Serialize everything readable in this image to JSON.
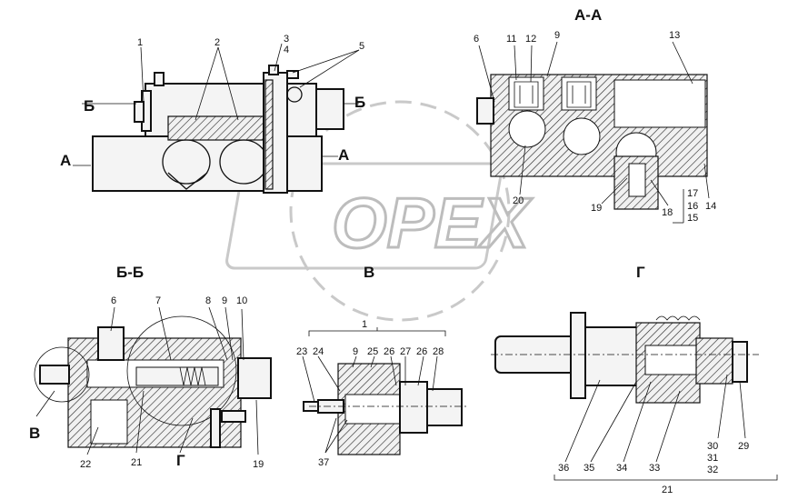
{
  "sections": {
    "aa": "А-А",
    "bb": "Б-Б",
    "v": "В",
    "g": "Г"
  },
  "cut_markers": {
    "b_left": "Б",
    "b_right": "Б",
    "a_left": "А",
    "a_right": "А"
  },
  "view_markers": {
    "v": "В",
    "g": "Г"
  },
  "watermark": "OPEX",
  "callouts": {
    "main": [
      "1",
      "2",
      "3",
      "4",
      "5"
    ],
    "aa": [
      "6",
      "11",
      "12",
      "9",
      "13",
      "20",
      "19",
      "18",
      "17",
      "16",
      "15",
      "14"
    ],
    "bb": [
      "6",
      "7",
      "8",
      "9",
      "10",
      "22",
      "21",
      "19"
    ],
    "v": [
      "1",
      "23",
      "24",
      "9",
      "25",
      "26",
      "27",
      "26",
      "28",
      "37"
    ],
    "g": [
      "36",
      "35",
      "34",
      "33",
      "30",
      "31",
      "32",
      "29",
      "21"
    ]
  }
}
